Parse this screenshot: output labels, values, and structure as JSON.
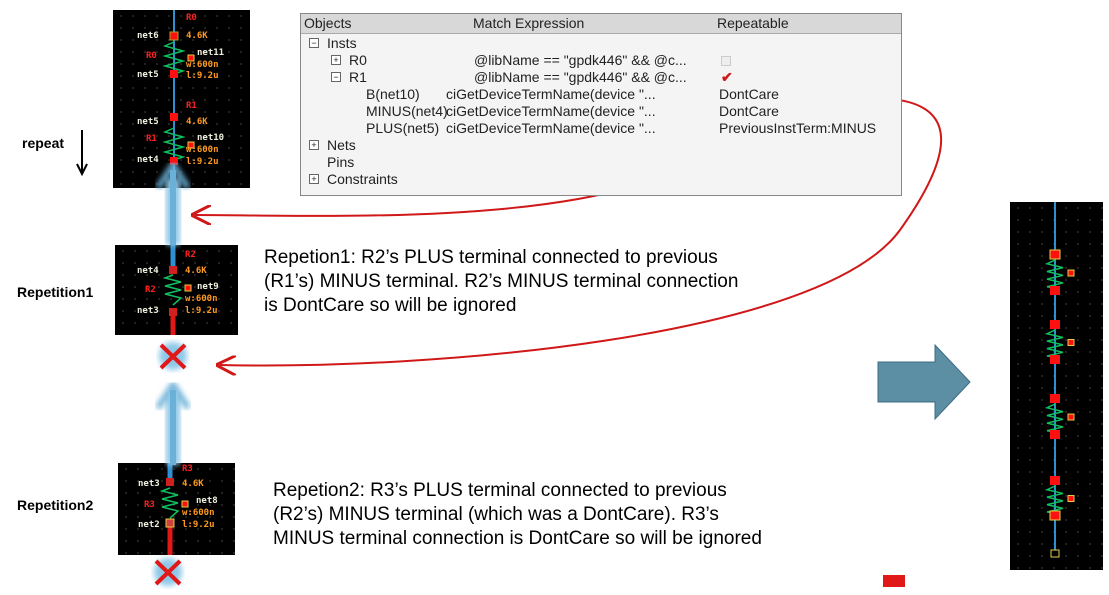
{
  "colors": {
    "wire": "#2f8fd0",
    "pin": "#ff1010",
    "resistor": "#10c060",
    "label_red": "#ff2020",
    "label_orange": "#ff9a20",
    "label_white": "#f0f0e0",
    "arrow": "#d01818",
    "glow": "#8ec8e8"
  },
  "schematic_r0_r1": {
    "r0": {
      "name": "R0",
      "top_net": "net6",
      "value": "4.6K",
      "bottom_net": "net5",
      "bulk_net": "net11",
      "w": "w:600n",
      "l": "l:9.2u"
    },
    "r1": {
      "name": "R1",
      "top_net": "net5",
      "value": "4.6K",
      "bottom_net": "net4",
      "bulk_net": "net10",
      "w": "w:600n",
      "l": "l:9.2u"
    }
  },
  "repetition1_schematic": {
    "name": "R2",
    "top_net": "net4",
    "value": "4.6K",
    "bottom_net": "net3",
    "bulk_net": "net9",
    "w": "w:600n",
    "l": "l:9.2u"
  },
  "repetition2_schematic": {
    "name": "R3",
    "top_net": "net3",
    "value": "4.6K",
    "bottom_net": "net2",
    "bulk_net": "net8",
    "w": "w:600n",
    "l": "l:9.2u"
  },
  "labels": {
    "repeat": "repeat",
    "repetition1": "Repetition1",
    "repetition2": "Repetition2"
  },
  "notes": {
    "repetition1": "Repetion1: R2’s PLUS terminal connected to previous (R1’s) MINUS terminal. R2’s MINUS terminal connection is DontCare so will be ignored",
    "repetition2": "Repetion2: R3’s PLUS terminal connected to previous (R2’s) MINUS terminal (which was a DontCare). R3’s MINUS terminal connection is DontCare so will be ignored"
  },
  "table": {
    "columns": [
      "Objects",
      "Match Expression",
      "Repeatable"
    ],
    "rows": [
      {
        "object": "Insts",
        "expr": "",
        "repeatable": "",
        "toggle": "−"
      },
      {
        "object": "R0",
        "expr": "@libName == \"gpdk446\" && @c...",
        "repeatable": "",
        "toggle": "+",
        "checked": false
      },
      {
        "object": "R1",
        "expr": "@libName == \"gpdk446\" && @c...",
        "repeatable": "",
        "toggle": "−",
        "checked": true
      },
      {
        "object": "B(net10)",
        "expr": "ciGetDeviceTermName(device \"...",
        "repeatable": "DontCare"
      },
      {
        "object": "MINUS(net4)",
        "expr": "ciGetDeviceTermName(device \"...",
        "repeatable": "DontCare"
      },
      {
        "object": "PLUS(net5)",
        "expr": "ciGetDeviceTermName(device \"...",
        "repeatable": "PreviousInstTerm:MINUS"
      },
      {
        "object": "Nets",
        "expr": "",
        "repeatable": "",
        "toggle": "+"
      },
      {
        "object": "Pins",
        "expr": "",
        "repeatable": ""
      },
      {
        "object": "Constraints",
        "expr": "",
        "repeatable": "",
        "toggle": "+"
      }
    ]
  }
}
